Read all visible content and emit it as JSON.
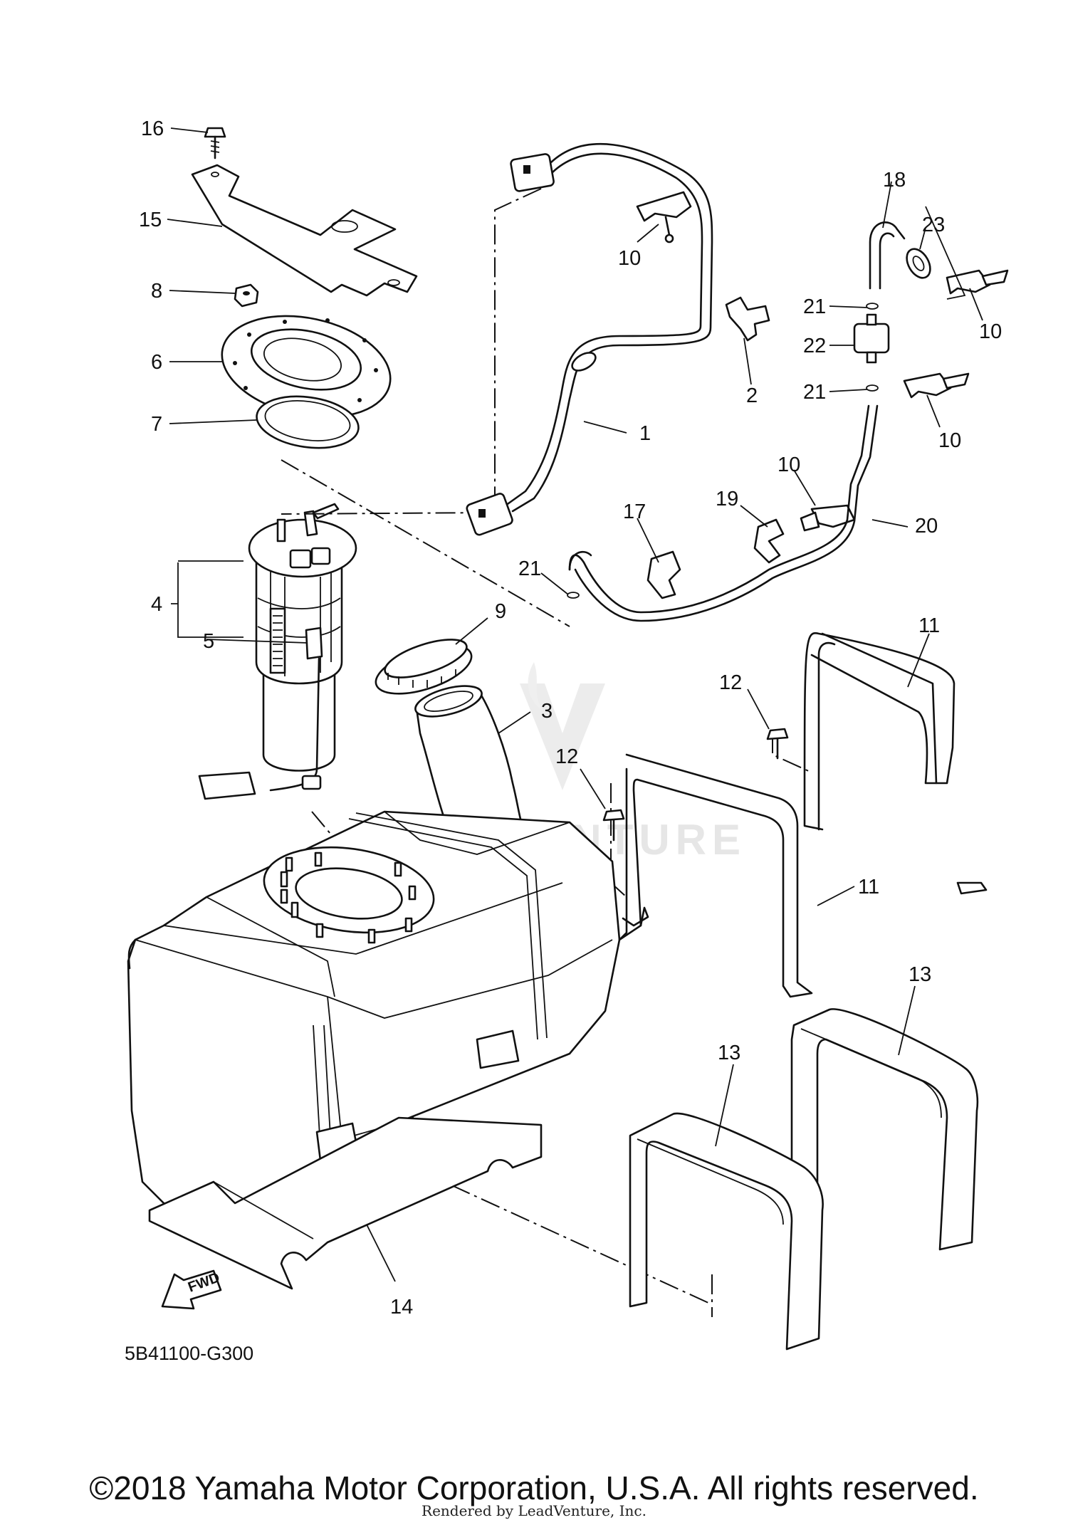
{
  "diagram": {
    "callouts": [
      {
        "num": "1"
      },
      {
        "num": "2"
      },
      {
        "num": "3"
      },
      {
        "num": "4"
      },
      {
        "num": "5"
      },
      {
        "num": "6"
      },
      {
        "num": "7"
      },
      {
        "num": "8"
      },
      {
        "num": "9"
      },
      {
        "num": "10"
      },
      {
        "num": "10"
      },
      {
        "num": "10"
      },
      {
        "num": "10"
      },
      {
        "num": "11"
      },
      {
        "num": "11"
      },
      {
        "num": "12"
      },
      {
        "num": "12"
      },
      {
        "num": "13"
      },
      {
        "num": "13"
      },
      {
        "num": "14"
      },
      {
        "num": "15"
      },
      {
        "num": "16"
      },
      {
        "num": "17"
      },
      {
        "num": "18"
      },
      {
        "num": "19"
      },
      {
        "num": "20"
      },
      {
        "num": "21"
      },
      {
        "num": "21"
      },
      {
        "num": "21"
      },
      {
        "num": "22"
      },
      {
        "num": "23"
      }
    ],
    "fwd_label": "FWD",
    "diagram_code": "5B41100-G300",
    "watermark": "LEADVENTURE"
  },
  "footer": {
    "copyright": "©2018 Yamaha Motor Corporation, U.S.A. All rights reserved.",
    "rendered_by": "Rendered by LeadVenture, Inc."
  }
}
